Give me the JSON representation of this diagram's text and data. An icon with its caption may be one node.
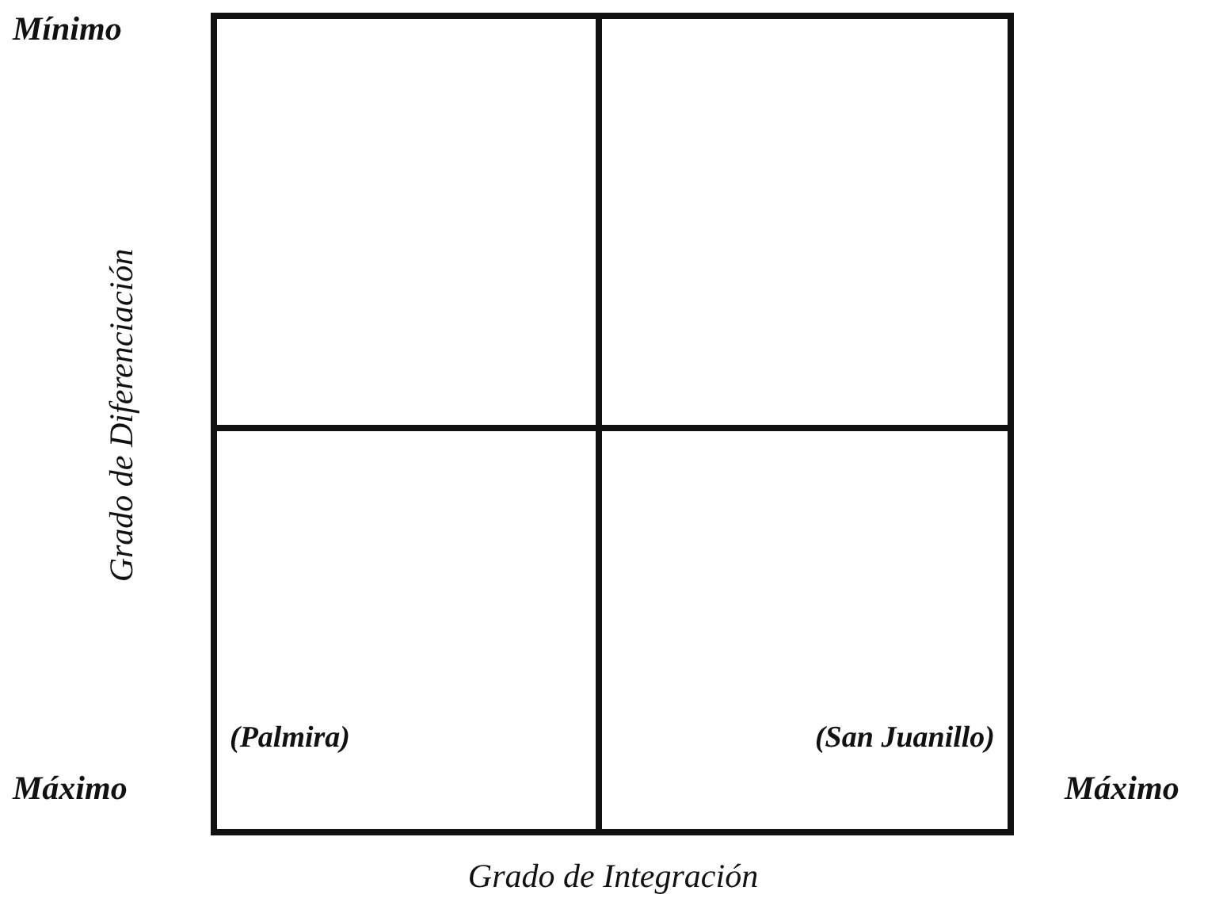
{
  "diagram": {
    "nodes": [
      {
        "text": [],
        "shape": "box"
      },
      {
        "text": [],
        "shape": "box",
        "in": 0
      },
      {
        "text": [],
        "shape": "box",
        "in": 0
      },
      {
        "text": [
          "(Palmira)"
        ],
        "in": 0
      },
      {
        "text": [
          "(San Juanillo)"
        ],
        "in": 0
      }
    ],
    "labels": [
      "Mínimo",
      "Grado de Diferenciación",
      "Máximo",
      "Máximo",
      "Grado de Integración"
    ]
  }
}
